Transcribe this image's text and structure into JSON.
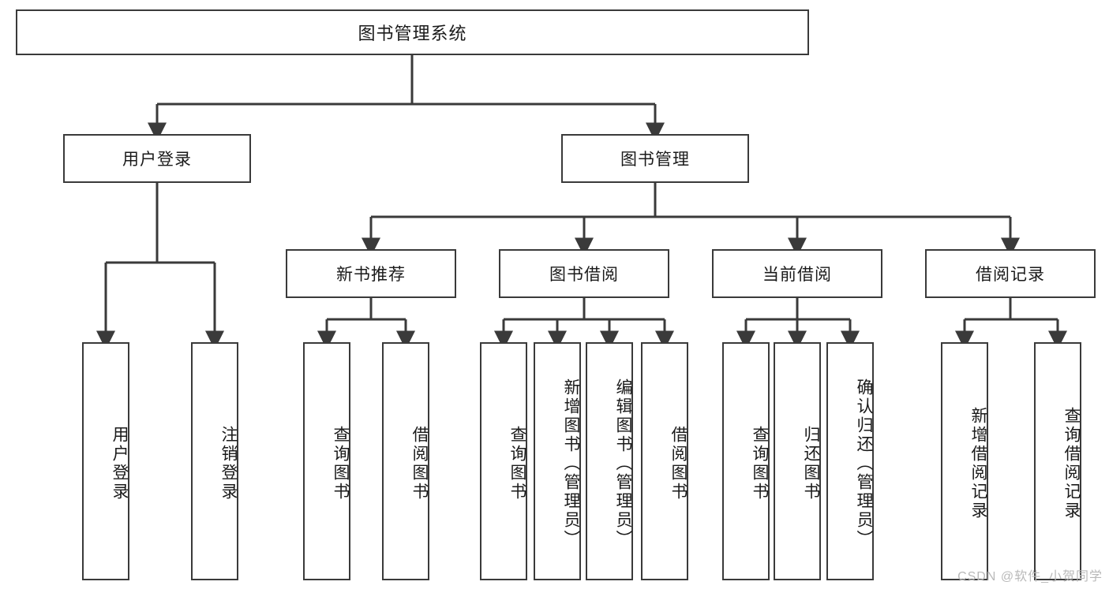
{
  "diagram": {
    "title": "图书管理系统",
    "type": "tree",
    "watermark": "CSDN @软件_小贺同学",
    "colors": {
      "box_border": "#3a3a3a",
      "box_fill": "#ffffff",
      "connector": "#3a3a3a",
      "text": "#1a1a1a",
      "watermark": "#b9b9b9"
    },
    "levels": {
      "root": {
        "label": "图书管理系统"
      },
      "level2": [
        {
          "label": "用户登录"
        },
        {
          "label": "图书管理"
        }
      ],
      "level3": [
        {
          "label": "新书推荐"
        },
        {
          "label": "图书借阅"
        },
        {
          "label": "当前借阅"
        },
        {
          "label": "借阅记录"
        }
      ],
      "leaves": [
        {
          "label": "用户登录",
          "parent": "用户登录"
        },
        {
          "label": "注销登录",
          "parent": "用户登录"
        },
        {
          "label": "查询图书",
          "parent": "新书推荐"
        },
        {
          "label": "借阅图书",
          "parent": "新书推荐"
        },
        {
          "label": "查询图书",
          "parent": "图书借阅"
        },
        {
          "label": "新增图书（管理员）",
          "parent": "图书借阅"
        },
        {
          "label": "编辑图书（管理员）",
          "parent": "图书借阅"
        },
        {
          "label": "借阅图书",
          "parent": "图书借阅"
        },
        {
          "label": "查询图书",
          "parent": "当前借阅"
        },
        {
          "label": "归还图书",
          "parent": "当前借阅"
        },
        {
          "label": "确认归还（管理员）",
          "parent": "当前借阅"
        },
        {
          "label": "新增借阅记录",
          "parent": "借阅记录"
        },
        {
          "label": "查询借阅记录",
          "parent": "借阅记录"
        }
      ]
    }
  }
}
